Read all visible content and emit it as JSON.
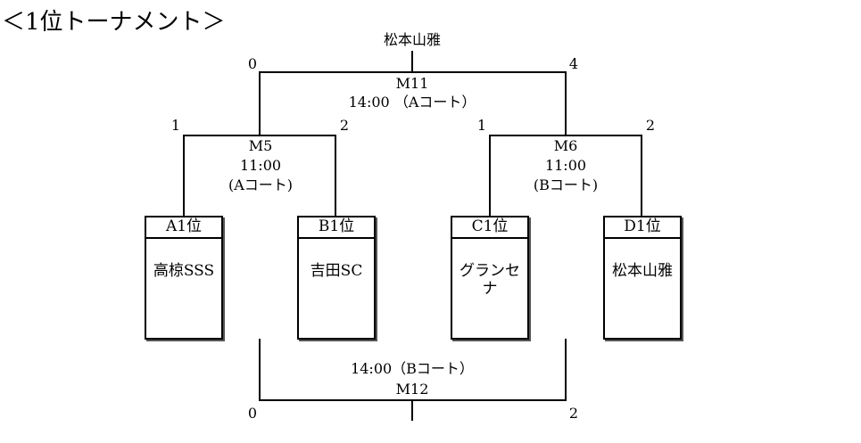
{
  "title": "＜1位トーナメント＞",
  "final_top": {
    "winner": "松本山雅",
    "match": "M11",
    "time": "14:00 （Aコート）",
    "score_left": "0",
    "score_right": "4"
  },
  "semi_left": {
    "match": "M5",
    "time": "11:00",
    "court": "(Aコート)",
    "score_left": "1",
    "score_right": "2"
  },
  "semi_right": {
    "match": "M6",
    "time": "11:00",
    "court": "(Bコート)",
    "score_left": "1",
    "score_right": "2"
  },
  "teams": [
    {
      "seed": "A1位",
      "name": "高椋SSS"
    },
    {
      "seed": "B1位",
      "name": "吉田SC"
    },
    {
      "seed": "C1位",
      "name": "グランセナ"
    },
    {
      "seed": "D1位",
      "name": "松本山雅"
    }
  ],
  "third_place": {
    "time": "14:00（Bコート）",
    "match": "M12",
    "score_left": "0",
    "score_right": "2"
  }
}
